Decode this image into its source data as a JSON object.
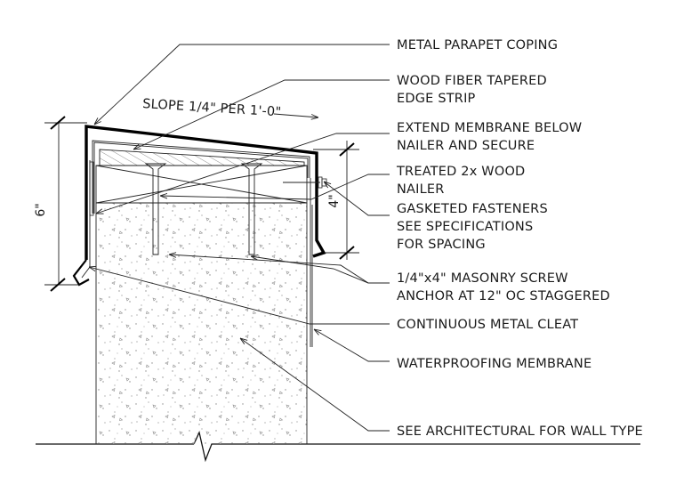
{
  "labels": {
    "coping": "METAL PARAPET COPING",
    "edge_strip_1": "WOOD FIBER TAPERED",
    "edge_strip_2": "EDGE STRIP",
    "slope": "SLOPE 1/4\" PER 1'-0\"",
    "membrane_ext_1": "EXTEND MEMBRANE BELOW",
    "membrane_ext_2": "NAILER AND SECURE",
    "nailer_1": "TREATED 2x WOOD",
    "nailer_2": "NAILER",
    "fasteners_1": "GASKETED FASTENERS",
    "fasteners_2": "SEE SPECIFICATIONS",
    "fasteners_3": "FOR SPACING",
    "screw_1": "1/4\"x4\" MASONRY SCREW",
    "screw_2": "ANCHOR AT 12\" OC STAGGERED",
    "cleat": "CONTINUOUS METAL CLEAT",
    "waterproofing": "WATERPROOFING MEMBRANE",
    "wall_type": "SEE ARCHITECTURAL FOR WALL TYPE"
  },
  "dimensions": {
    "parapet_height": "6\"",
    "nailer_height": "4\""
  }
}
